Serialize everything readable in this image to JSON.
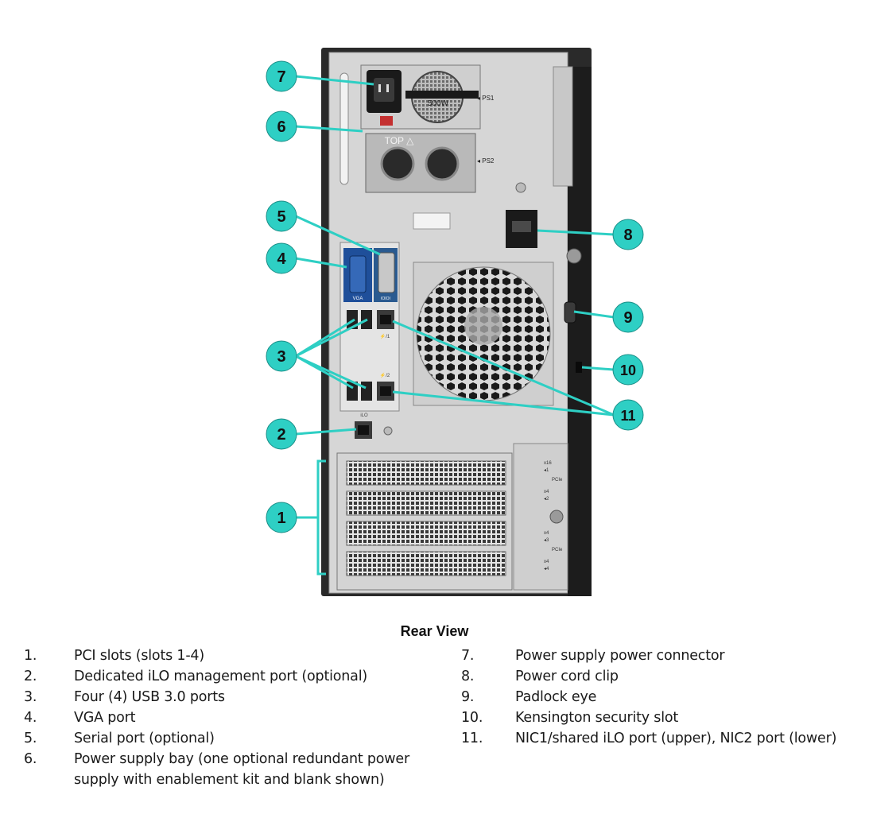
{
  "colors": {
    "callout_fill": "#2ecfc4",
    "callout_stroke": "#1a8f88",
    "leader_line": "#2ecfc4",
    "chassis_black": "#1c1c1c",
    "chassis_panel": "#d8d8d8",
    "vga_blue": "#1f4f9a"
  },
  "diagram": {
    "callouts": [
      "1",
      "2",
      "3",
      "4",
      "5",
      "6",
      "7",
      "8",
      "9",
      "10",
      "11"
    ],
    "chassis_labels": {
      "ps1": "◂ PS1",
      "ps2": "◂ PS2",
      "psu_top": "TOP △",
      "psu_watt": "500W",
      "ilo": "iLO",
      "nic1": "⚡/1",
      "nic2": "⚡/2",
      "vga": "VGA",
      "serial": "IOIOI",
      "pcie1": "PCIe",
      "pcie2": "PCIe",
      "x16": "x16",
      "x4a": "x4",
      "x4b": "x4",
      "x4c": "x4",
      "slot1": "◂1",
      "slot2": "◂2",
      "slot3": "◂3",
      "slot4": "◂4"
    }
  },
  "legend": {
    "title": "Rear View",
    "left": [
      {
        "num": "1.",
        "text": "PCI slots (slots 1-4)"
      },
      {
        "num": "2.",
        "text": "Dedicated iLO management port (optional)"
      },
      {
        "num": "3.",
        "text": "Four (4) USB 3.0 ports"
      },
      {
        "num": "4.",
        "text": "VGA port"
      },
      {
        "num": "5.",
        "text": "Serial port (optional)"
      },
      {
        "num": "6.",
        "text": "Power supply bay (one optional redundant power supply with enablement kit and blank shown)"
      }
    ],
    "right": [
      {
        "num": "7.",
        "text": "Power supply power connector"
      },
      {
        "num": "8.",
        "text": "Power cord clip"
      },
      {
        "num": "9.",
        "text": "Padlock eye"
      },
      {
        "num": "10.",
        "text": "Kensington security slot"
      },
      {
        "num": "11.",
        "text": "NIC1/shared iLO port (upper), NIC2 port (lower)"
      }
    ]
  }
}
